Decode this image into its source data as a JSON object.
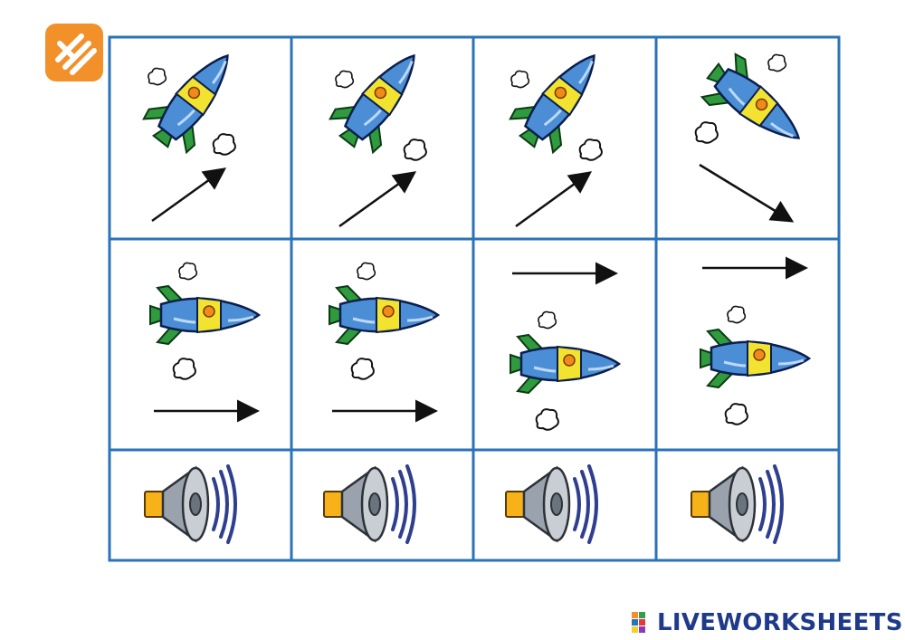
{
  "branding": {
    "text": "LIVEWORKSHEETS"
  },
  "colors": {
    "grid_line": "#2a73b8",
    "rocket_body": "#4b8ed6",
    "rocket_band": "#f2e331",
    "rocket_fin": "#2f9b3e",
    "porthole": "#f08a1a",
    "arrow": "#111111",
    "logo_orange": "#f2902a",
    "brand_text": "#1f3a8a"
  },
  "app_logo": {
    "icon": "app-logo-icon"
  },
  "worksheet": {
    "picture_cards": [
      {
        "icon": "rocket-diagonal-up-icon",
        "arrow": "arrow-up-right"
      },
      {
        "icon": "rocket-diagonal-up-icon",
        "arrow": "arrow-up-right"
      },
      {
        "icon": "rocket-diagonal-up-icon",
        "arrow": "arrow-up-right"
      },
      {
        "icon": "rocket-diagonal-down-icon",
        "arrow": "arrow-down-right"
      },
      {
        "icon": "rocket-horizontal-icon",
        "arrow": "arrow-right"
      },
      {
        "icon": "rocket-horizontal-icon",
        "arrow": "arrow-right"
      },
      {
        "icon": "rocket-horizontal-icon",
        "arrow": "arrow-right"
      },
      {
        "icon": "rocket-horizontal-icon",
        "arrow": "arrow-right"
      }
    ],
    "audio_buttons": [
      {
        "icon": "speaker-icon"
      },
      {
        "icon": "speaker-icon"
      },
      {
        "icon": "speaker-icon"
      },
      {
        "icon": "speaker-icon"
      }
    ]
  }
}
